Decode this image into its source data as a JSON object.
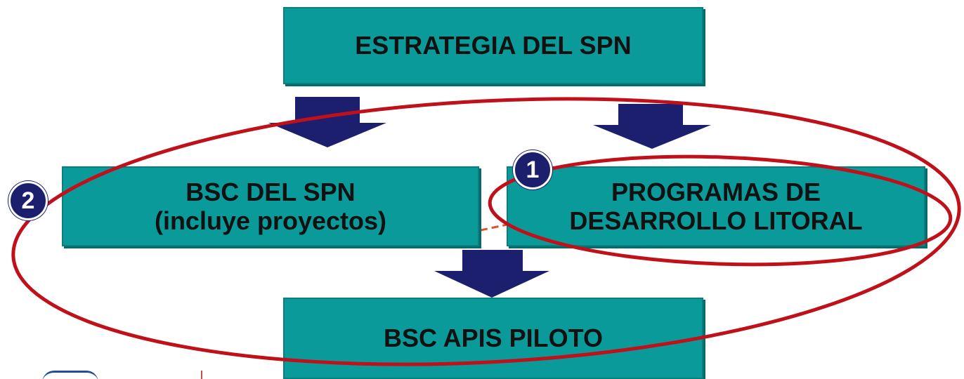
{
  "boxes": {
    "strategy": {
      "line1": "ESTRATEGIA DEL SPN"
    },
    "bsc_spn": {
      "line1": "BSC DEL SPN",
      "line2": "(incluye proyectos)"
    },
    "programs": {
      "line1": "PROGRAMAS DE",
      "line2": "DESARROLLO LITORAL"
    },
    "apis": {
      "line1": "BSC APIS PILOTO"
    }
  },
  "badges": {
    "one": "1",
    "two": "2"
  },
  "colors": {
    "box_fill": "#0a9a9a",
    "arrow": "#1b1f6e",
    "ellipse": "#c0101a",
    "badge": "#1b1f6e",
    "dashed_link": "#e0502a"
  }
}
